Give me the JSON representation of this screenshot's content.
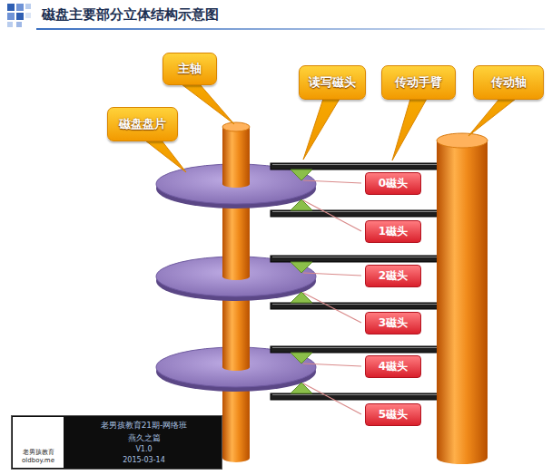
{
  "diagram": {
    "title": "磁盘主要部分立体结构示意图",
    "nodes": [
      {
        "text": [
          "主轴"
        ]
      },
      {
        "text": [
          "读写磁头"
        ]
      },
      {
        "text": [
          "传动手臂"
        ]
      },
      {
        "text": [
          "传动轴"
        ]
      },
      {
        "text": [
          "磁盘盘片"
        ]
      },
      {
        "text": [
          "0磁头"
        ]
      },
      {
        "text": [
          "1磁头"
        ]
      },
      {
        "text": [
          "2磁头"
        ]
      },
      {
        "text": [
          "3磁头"
        ]
      },
      {
        "text": [
          "4磁头"
        ]
      },
      {
        "text": [
          "5磁头"
        ]
      },
      {
        "text": [
          "老男孩教育21期-网络班",
          "燕久之篇",
          "V1.0",
          "2015-03-14"
        ]
      },
      {
        "text": [
          "老男孩教育",
          "oldboy.me"
        ],
        "in": 11
      }
    ]
  }
}
